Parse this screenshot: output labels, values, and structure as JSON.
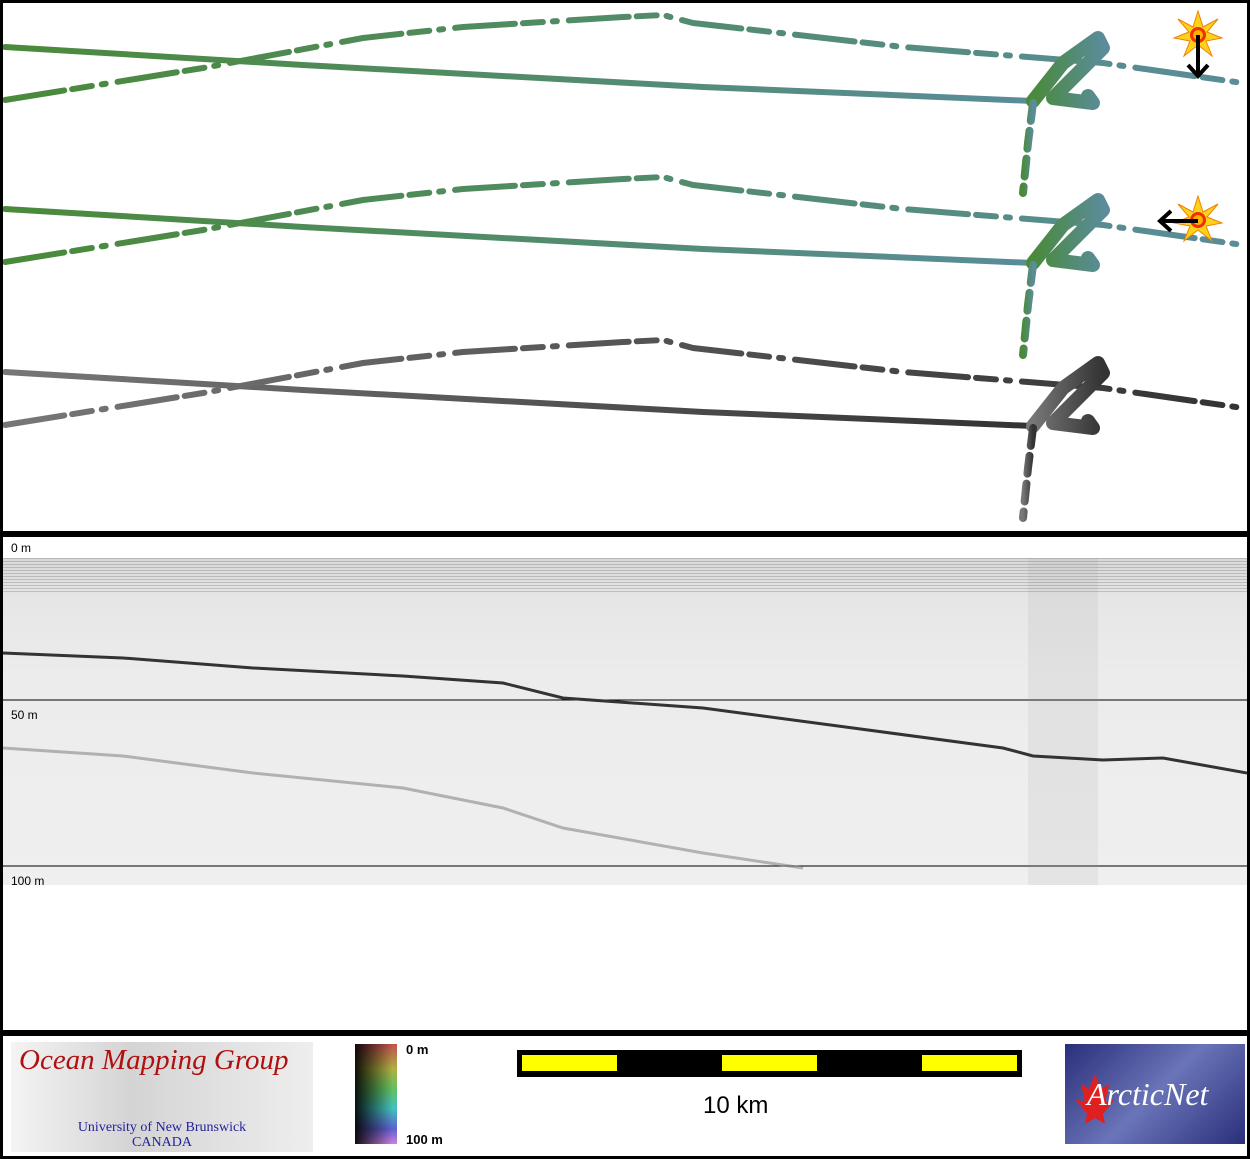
{
  "sonar": {
    "depth_labels": [
      "0 m",
      "50 m",
      "100 m"
    ]
  },
  "legend": {
    "org_title": "Ocean Mapping Group",
    "org_subtitle_1": "University of New Brunswick",
    "org_subtitle_2": "CANADA",
    "colorbar_top": "0 m",
    "colorbar_bottom": "100 m",
    "scale_label": "10 km",
    "partner_logo": "ArcticNet"
  },
  "colors": {
    "track_start": "#4a8a3a",
    "track_end": "#5a8c9a",
    "scale_fill": "#ffff00"
  },
  "icons": [
    "sun-marker-icon",
    "arrow-down-icon",
    "arrow-left-icon"
  ]
}
